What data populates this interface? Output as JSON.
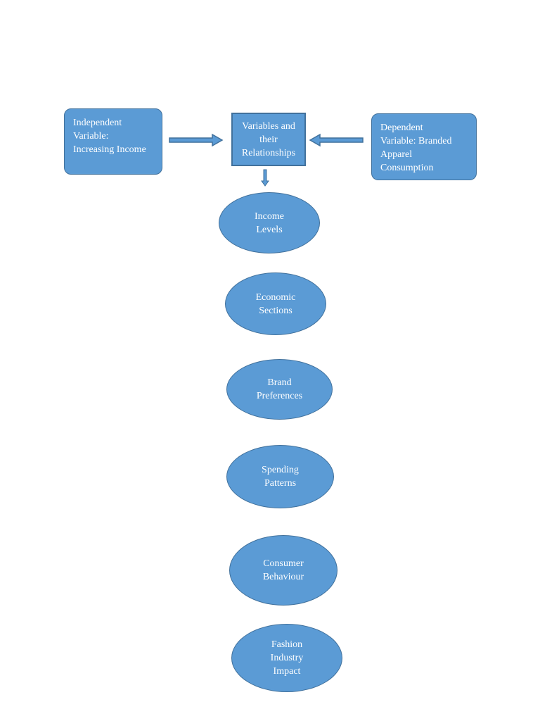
{
  "diagram": {
    "independent_box": "Independent\nVariable:\nIncreasing Income",
    "center_box": "Variables and\ntheir\nRelationships",
    "dependent_box": "Dependent\nVariable: Branded\nApparel\nConsumption",
    "ovals": [
      "Income\nLevels",
      "Economic\nSections",
      "Brand\nPreferences",
      "Spending\nPatterns",
      "Consumer\nBehaviour",
      "Fashion\nIndustry\nImpact"
    ],
    "colors": {
      "fill": "#5b9bd5",
      "stroke": "#41719c",
      "text": "#ffffff"
    }
  }
}
